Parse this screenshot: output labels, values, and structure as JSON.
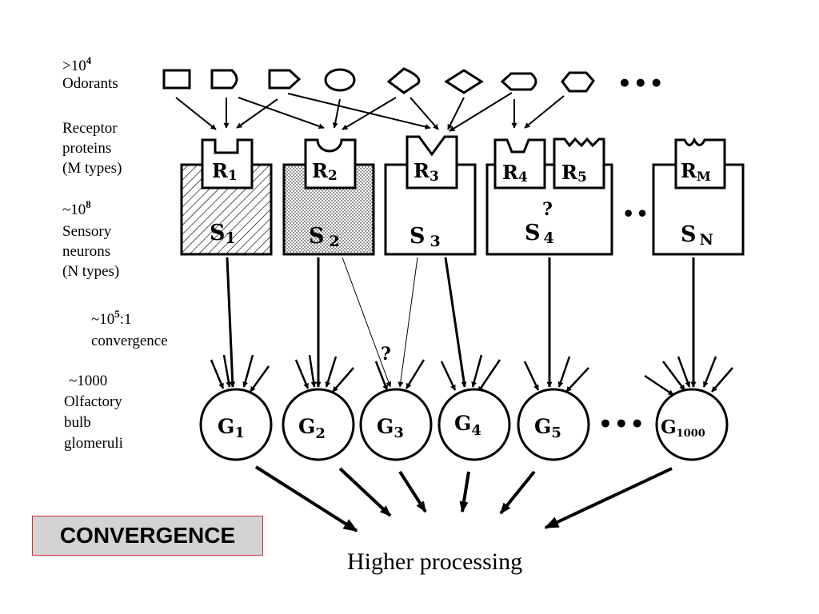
{
  "left_labels": {
    "odorant_count_base": ">10",
    "odorant_count_exp": "4",
    "odorants": "Odorants",
    "receptor_line1": "Receptor",
    "receptor_line2": "proteins",
    "receptor_line3": "(M types)",
    "neuron_count_base": "~10",
    "neuron_count_exp": "8",
    "neuron_line1": "Sensory",
    "neuron_line2": "neurons",
    "neuron_line3": "(N types)",
    "convergence_base": "~10",
    "convergence_exp": "5",
    "convergence_ratio": ":1",
    "convergence_word": "convergence",
    "glomeruli_count": "~1000",
    "glomeruli_line1": "Olfactory",
    "glomeruli_line2": "bulb",
    "glomeruli_line3": "glomeruli"
  },
  "odorant_shapes": [
    "square",
    "pentagon-right",
    "pentagon-point",
    "circle",
    "diamond-round",
    "diamond",
    "hexagon-point",
    "hexagon"
  ],
  "ellipsis": "•••",
  "ellipsis_short": "••",
  "receptors": [
    {
      "base": "R",
      "sub": "1"
    },
    {
      "base": "R",
      "sub": "2"
    },
    {
      "base": "R",
      "sub": "3"
    },
    {
      "base": "R",
      "sub": "4"
    },
    {
      "base": "R",
      "sub": "5"
    },
    {
      "base": "R",
      "sub": "M"
    }
  ],
  "neurons": [
    {
      "base": "S",
      "sub": "1",
      "fill": "hatched"
    },
    {
      "base": "S",
      "sub": "2",
      "fill": "dotted"
    },
    {
      "base": "S",
      "sub": "3",
      "fill": "white"
    },
    {
      "base": "S",
      "sub": "4",
      "fill": "white"
    },
    {
      "base": "S",
      "sub": "N",
      "fill": "white"
    }
  ],
  "unknown_mark": "?",
  "glomeruli": [
    {
      "base": "G",
      "sub": "1"
    },
    {
      "base": "G",
      "sub": "2"
    },
    {
      "base": "G",
      "sub": "3"
    },
    {
      "base": "G",
      "sub": "4"
    },
    {
      "base": "G",
      "sub": "5"
    },
    {
      "base": "G",
      "sub": "1000"
    }
  ],
  "output_label": "Higher processing",
  "badge_label": "CONVERGENCE"
}
